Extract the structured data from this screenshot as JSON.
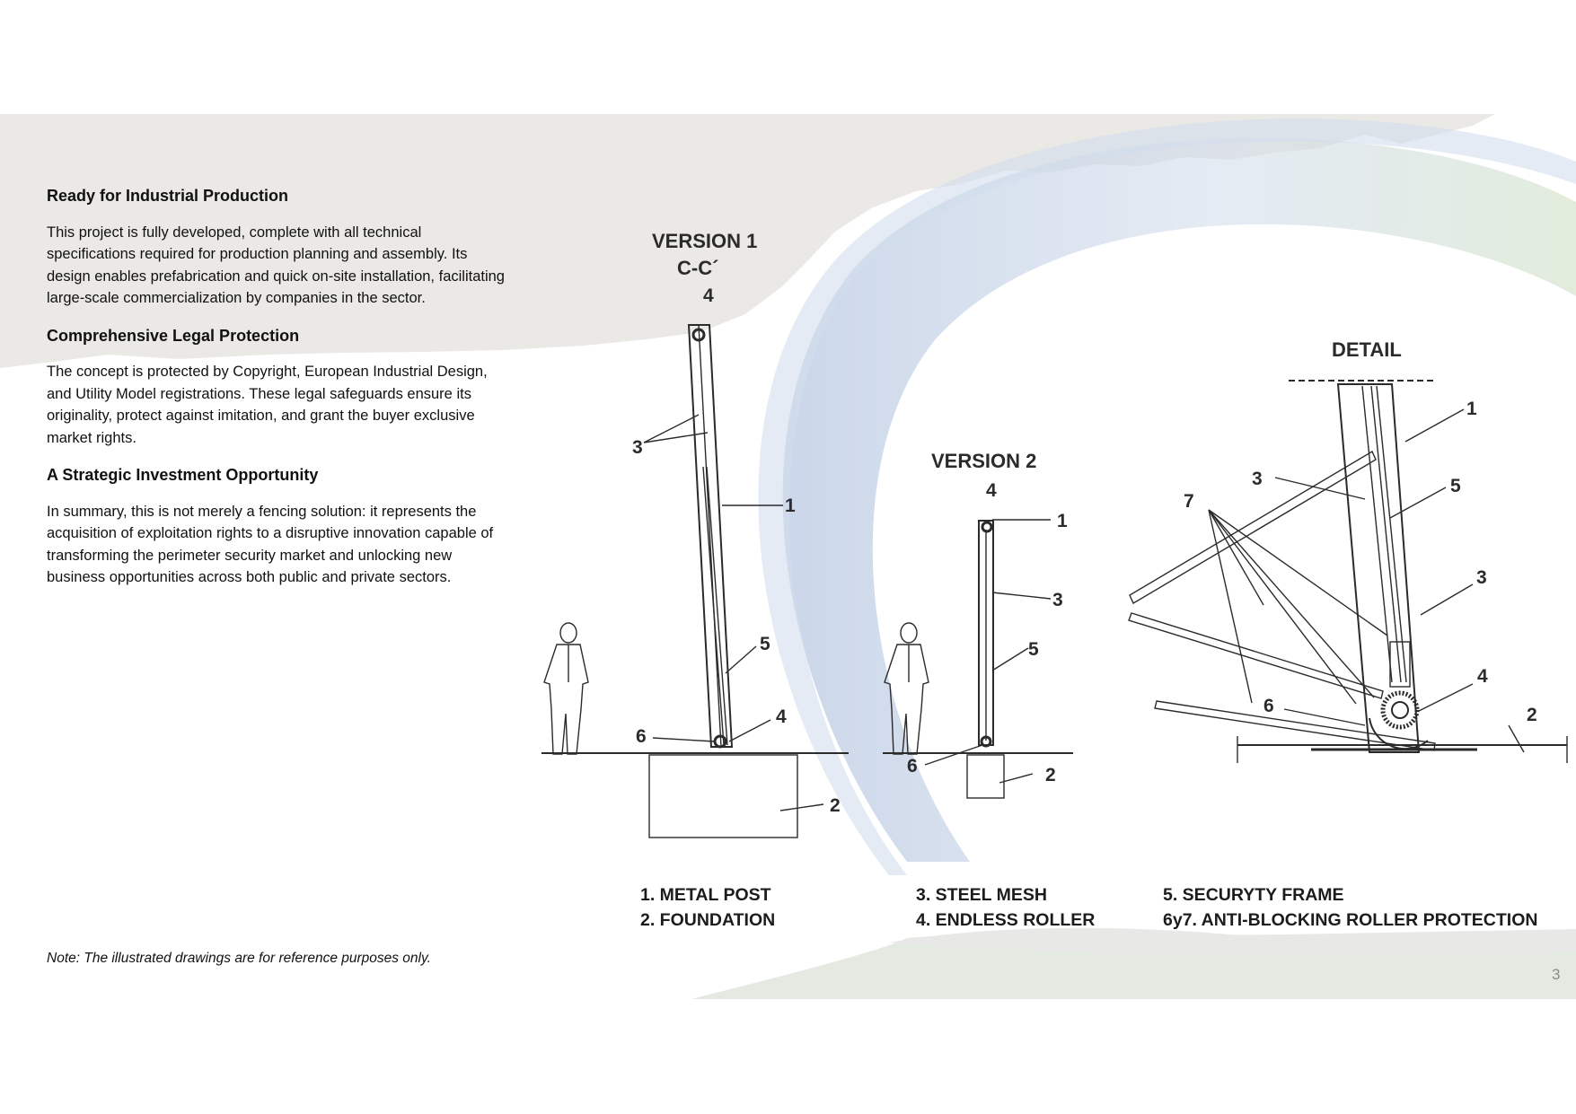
{
  "sections": [
    {
      "heading": "Ready for Industrial Production",
      "body": "This project is fully developed, complete with all technical specifications required for production planning and assembly. Its design enables prefabrication and quick on-site installation, facilitating large-scale commercialization by companies in the sector."
    },
    {
      "heading": "Comprehensive Legal Protection",
      "body": "The concept is protected by Copyright, European Industrial Design, and Utility Model registrations. These legal safeguards ensure its originality, protect against imitation, and grant the buyer exclusive market rights."
    },
    {
      "heading": "A Strategic Investment Opportunity",
      "body": "In summary, this is not merely a fencing solution: it represents the acquisition of exploitation rights to a disruptive innovation capable of transforming the perimeter security market and unlocking new business opportunities across both public and private sectors."
    }
  ],
  "note": "Note: The illustrated drawings are for reference purposes only.",
  "page_number": "3",
  "drawings": {
    "version1": {
      "title": "VERSION 1",
      "section": "C-C´",
      "labels": [
        "4",
        "3",
        "1",
        "5",
        "6",
        "4",
        "2"
      ]
    },
    "version2": {
      "title": "VERSION 2",
      "labels": [
        "4",
        "1",
        "3",
        "5",
        "6",
        "2"
      ]
    },
    "detail": {
      "title": "DETAIL",
      "labels": [
        "1",
        "3",
        "5",
        "7",
        "3",
        "4",
        "6",
        "2"
      ]
    }
  },
  "legend": [
    "1. METAL POST",
    "2. FOUNDATION",
    "3. STEEL MESH",
    "4. ENDLESS ROLLER",
    "5. SECURYTY FRAME",
    "6y7. ANTI-BLOCKING ROLLER PROTECTION"
  ],
  "colors": {
    "band_gray": "#ebe9e6",
    "arc_blue": "#c7d3e6",
    "arc_green": "#dbe6d3",
    "line": "#2b2b2b",
    "page_number": "#8a8a8a"
  }
}
